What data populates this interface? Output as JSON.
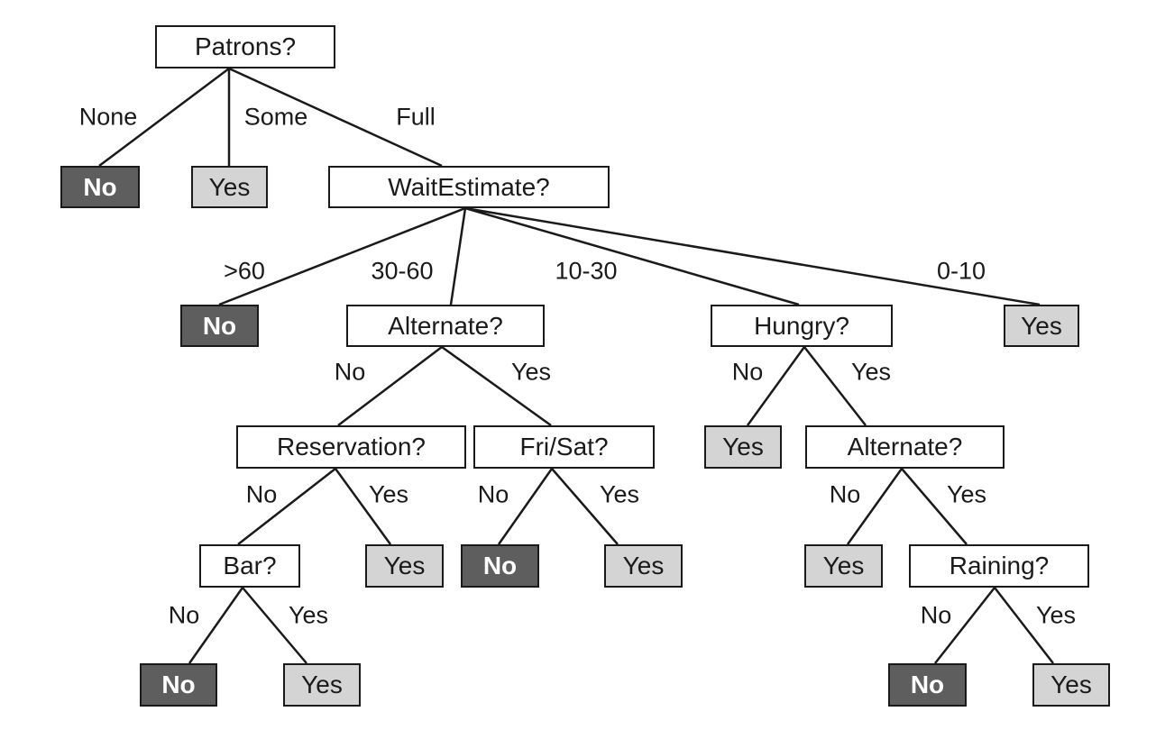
{
  "colors": {
    "yes_fill": "#d4d4d4",
    "no_fill": "#5e5e5e",
    "line": "#1a1a1a"
  },
  "nodes": [
    {
      "id": "patrons",
      "text": "Patrons?",
      "kind": "question"
    },
    {
      "id": "no1",
      "text": "No",
      "kind": "no"
    },
    {
      "id": "yes1",
      "text": "Yes",
      "kind": "yes"
    },
    {
      "id": "waitestimate",
      "text": "WaitEstimate?",
      "kind": "question"
    },
    {
      "id": "no2",
      "text": "No",
      "kind": "no"
    },
    {
      "id": "alternate1",
      "text": "Alternate?",
      "kind": "question"
    },
    {
      "id": "hungry",
      "text": "Hungry?",
      "kind": "question"
    },
    {
      "id": "yes2",
      "text": "Yes",
      "kind": "yes"
    },
    {
      "id": "reservation",
      "text": "Reservation?",
      "kind": "question"
    },
    {
      "id": "frisat",
      "text": "Fri/Sat?",
      "kind": "question"
    },
    {
      "id": "yes3",
      "text": "Yes",
      "kind": "yes"
    },
    {
      "id": "alternate2",
      "text": "Alternate?",
      "kind": "question"
    },
    {
      "id": "bar",
      "text": "Bar?",
      "kind": "question"
    },
    {
      "id": "yes4",
      "text": "Yes",
      "kind": "yes"
    },
    {
      "id": "no3",
      "text": "No",
      "kind": "no"
    },
    {
      "id": "yes5",
      "text": "Yes",
      "kind": "yes"
    },
    {
      "id": "yes6",
      "text": "Yes",
      "kind": "yes"
    },
    {
      "id": "raining",
      "text": "Raining?",
      "kind": "question"
    },
    {
      "id": "no4",
      "text": "No",
      "kind": "no"
    },
    {
      "id": "yes7",
      "text": "Yes",
      "kind": "yes"
    },
    {
      "id": "no5",
      "text": "No",
      "kind": "no"
    },
    {
      "id": "yes8",
      "text": "Yes",
      "kind": "yes"
    }
  ],
  "edges": [
    {
      "from": "patrons",
      "to": "no1",
      "label": "None"
    },
    {
      "from": "patrons",
      "to": "yes1",
      "label": "Some"
    },
    {
      "from": "patrons",
      "to": "waitestimate",
      "label": "Full"
    },
    {
      "from": "waitestimate",
      "to": "no2",
      "label": ">60"
    },
    {
      "from": "waitestimate",
      "to": "alternate1",
      "label": "30-60"
    },
    {
      "from": "waitestimate",
      "to": "hungry",
      "label": "10-30"
    },
    {
      "from": "waitestimate",
      "to": "yes2",
      "label": "0-10"
    },
    {
      "from": "alternate1",
      "to": "reservation",
      "label": "No"
    },
    {
      "from": "alternate1",
      "to": "frisat",
      "label": "Yes"
    },
    {
      "from": "hungry",
      "to": "yes3",
      "label": "No"
    },
    {
      "from": "hungry",
      "to": "alternate2",
      "label": "Yes"
    },
    {
      "from": "reservation",
      "to": "bar",
      "label": "No"
    },
    {
      "from": "reservation",
      "to": "yes4",
      "label": "Yes"
    },
    {
      "from": "frisat",
      "to": "no3",
      "label": "No"
    },
    {
      "from": "frisat",
      "to": "yes5",
      "label": "Yes"
    },
    {
      "from": "alternate2",
      "to": "yes6",
      "label": "No"
    },
    {
      "from": "alternate2",
      "to": "raining",
      "label": "Yes"
    },
    {
      "from": "bar",
      "to": "no4",
      "label": "No"
    },
    {
      "from": "bar",
      "to": "yes7",
      "label": "Yes"
    },
    {
      "from": "raining",
      "to": "no5",
      "label": "No"
    },
    {
      "from": "raining",
      "to": "yes8",
      "label": "Yes"
    }
  ]
}
